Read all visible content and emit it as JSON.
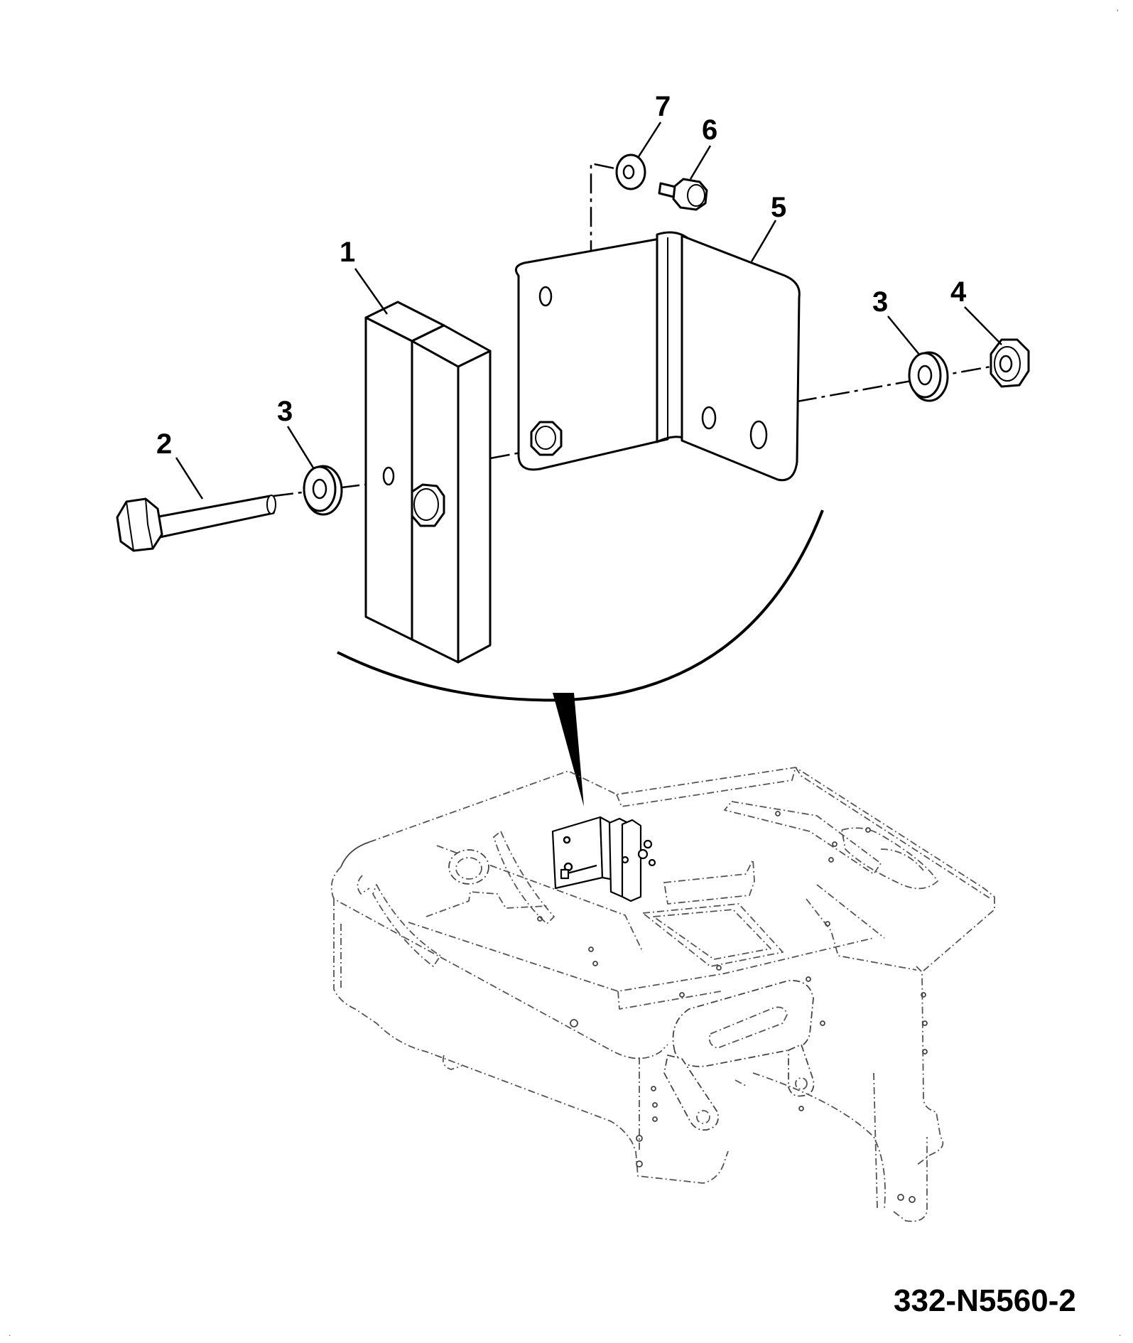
{
  "callouts": [
    {
      "id": "item-1",
      "label": "1"
    },
    {
      "id": "item-2",
      "label": "2"
    },
    {
      "id": "item-3-left",
      "label": "3"
    },
    {
      "id": "item-3-right",
      "label": "3"
    },
    {
      "id": "item-4",
      "label": "4"
    },
    {
      "id": "item-5",
      "label": "5"
    },
    {
      "id": "item-6",
      "label": "6"
    },
    {
      "id": "item-7",
      "label": "7"
    }
  ],
  "drawing_number": "332-N5560-2",
  "colors": {
    "line": "#000000",
    "background": "#ffffff",
    "frame_line": "#555555"
  }
}
